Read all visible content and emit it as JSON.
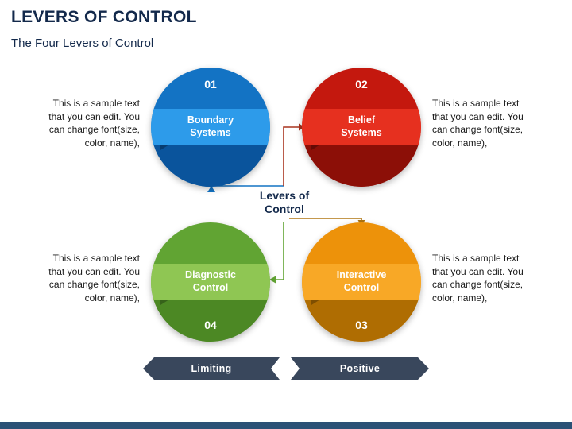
{
  "page": {
    "title": "LEVERS OF CONTROL",
    "subtitle": "The Four Levers of Control"
  },
  "center_label": {
    "line1": "Levers of",
    "line2": "Control"
  },
  "sample_text": "This is a sample text that you can edit. You can change font(size, color, name),",
  "circles": [
    {
      "id": "boundary-systems",
      "number": "01",
      "label": [
        "Boundary",
        "Systems"
      ],
      "colors": {
        "main": "#1373C4",
        "band": "#2D9BEA",
        "dark": "#0A549C"
      }
    },
    {
      "id": "belief-systems",
      "number": "02",
      "label": [
        "Belief",
        "Systems"
      ],
      "colors": {
        "main": "#C4180E",
        "band": "#E6301F",
        "dark": "#8C0F07"
      }
    },
    {
      "id": "diagnostic-control",
      "number": "04",
      "label": [
        "Diagnostic",
        "Control"
      ],
      "colors": {
        "main": "#61A433",
        "band": "#8FC653",
        "dark": "#4C8824"
      }
    },
    {
      "id": "interactive-control",
      "number": "03",
      "label": [
        "Interactive",
        "Control"
      ],
      "colors": {
        "main": "#ED920A",
        "band": "#F8A826",
        "dark": "#AF6D02"
      }
    }
  ],
  "arrows": {
    "boundary": "#1373C4",
    "belief": "#A9341F",
    "diagnostic": "#61A433",
    "interactive": "#B07612"
  },
  "banners": [
    {
      "label": "Limiting"
    },
    {
      "label": "Positive"
    }
  ],
  "colors": {
    "heading": "#13294B",
    "banner": "#39475C",
    "bottom_bar": "#2B5176",
    "background": "#FFFFFF"
  }
}
